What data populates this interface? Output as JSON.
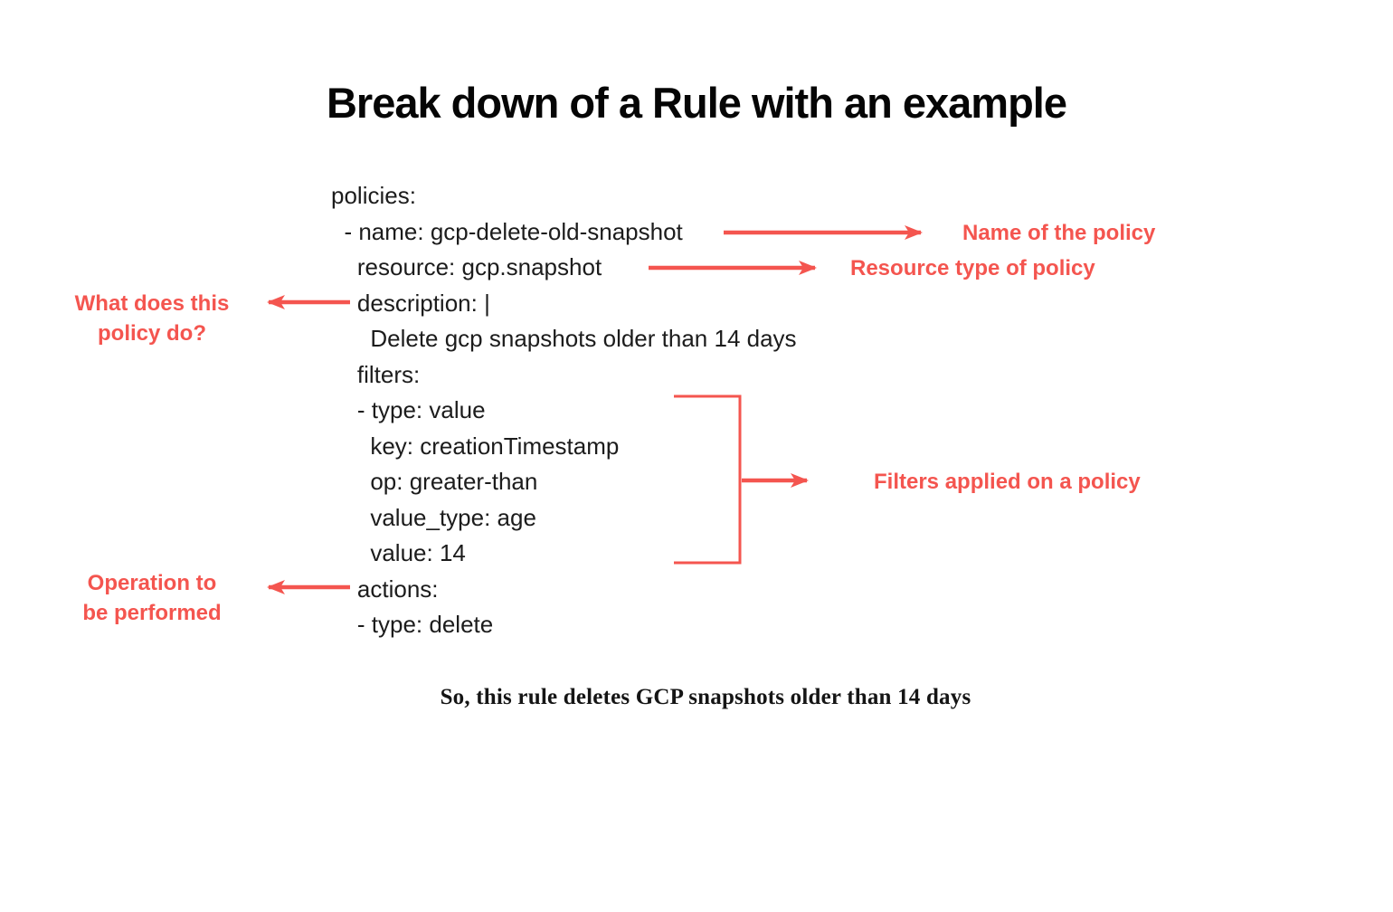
{
  "title": "Break down of a Rule with an example",
  "colors": {
    "accent": "#f4554f",
    "code_text": "#1c1c1c"
  },
  "code": {
    "language": "yaml",
    "lines": [
      "policies:",
      "  - name: gcp-delete-old-snapshot",
      "    resource: gcp.snapshot",
      "    description: |",
      "      Delete gcp snapshots older than 14 days",
      "    filters:",
      "    - type: value",
      "      key: creationTimestamp",
      "      op: greater-than",
      "      value_type: age",
      "      value: 14",
      "    actions:",
      "    - type: delete"
    ]
  },
  "annotations": {
    "policy_name": "Name of the policy",
    "resource_type": "Resource type of policy",
    "description_question": {
      "line1": "What does this",
      "line2": "policy do?"
    },
    "filters": "Filters applied on a policy",
    "operation": {
      "line1": "Operation to",
      "line2": "be performed"
    }
  },
  "caption": "So, this rule deletes GCP snapshots older than 14 days"
}
